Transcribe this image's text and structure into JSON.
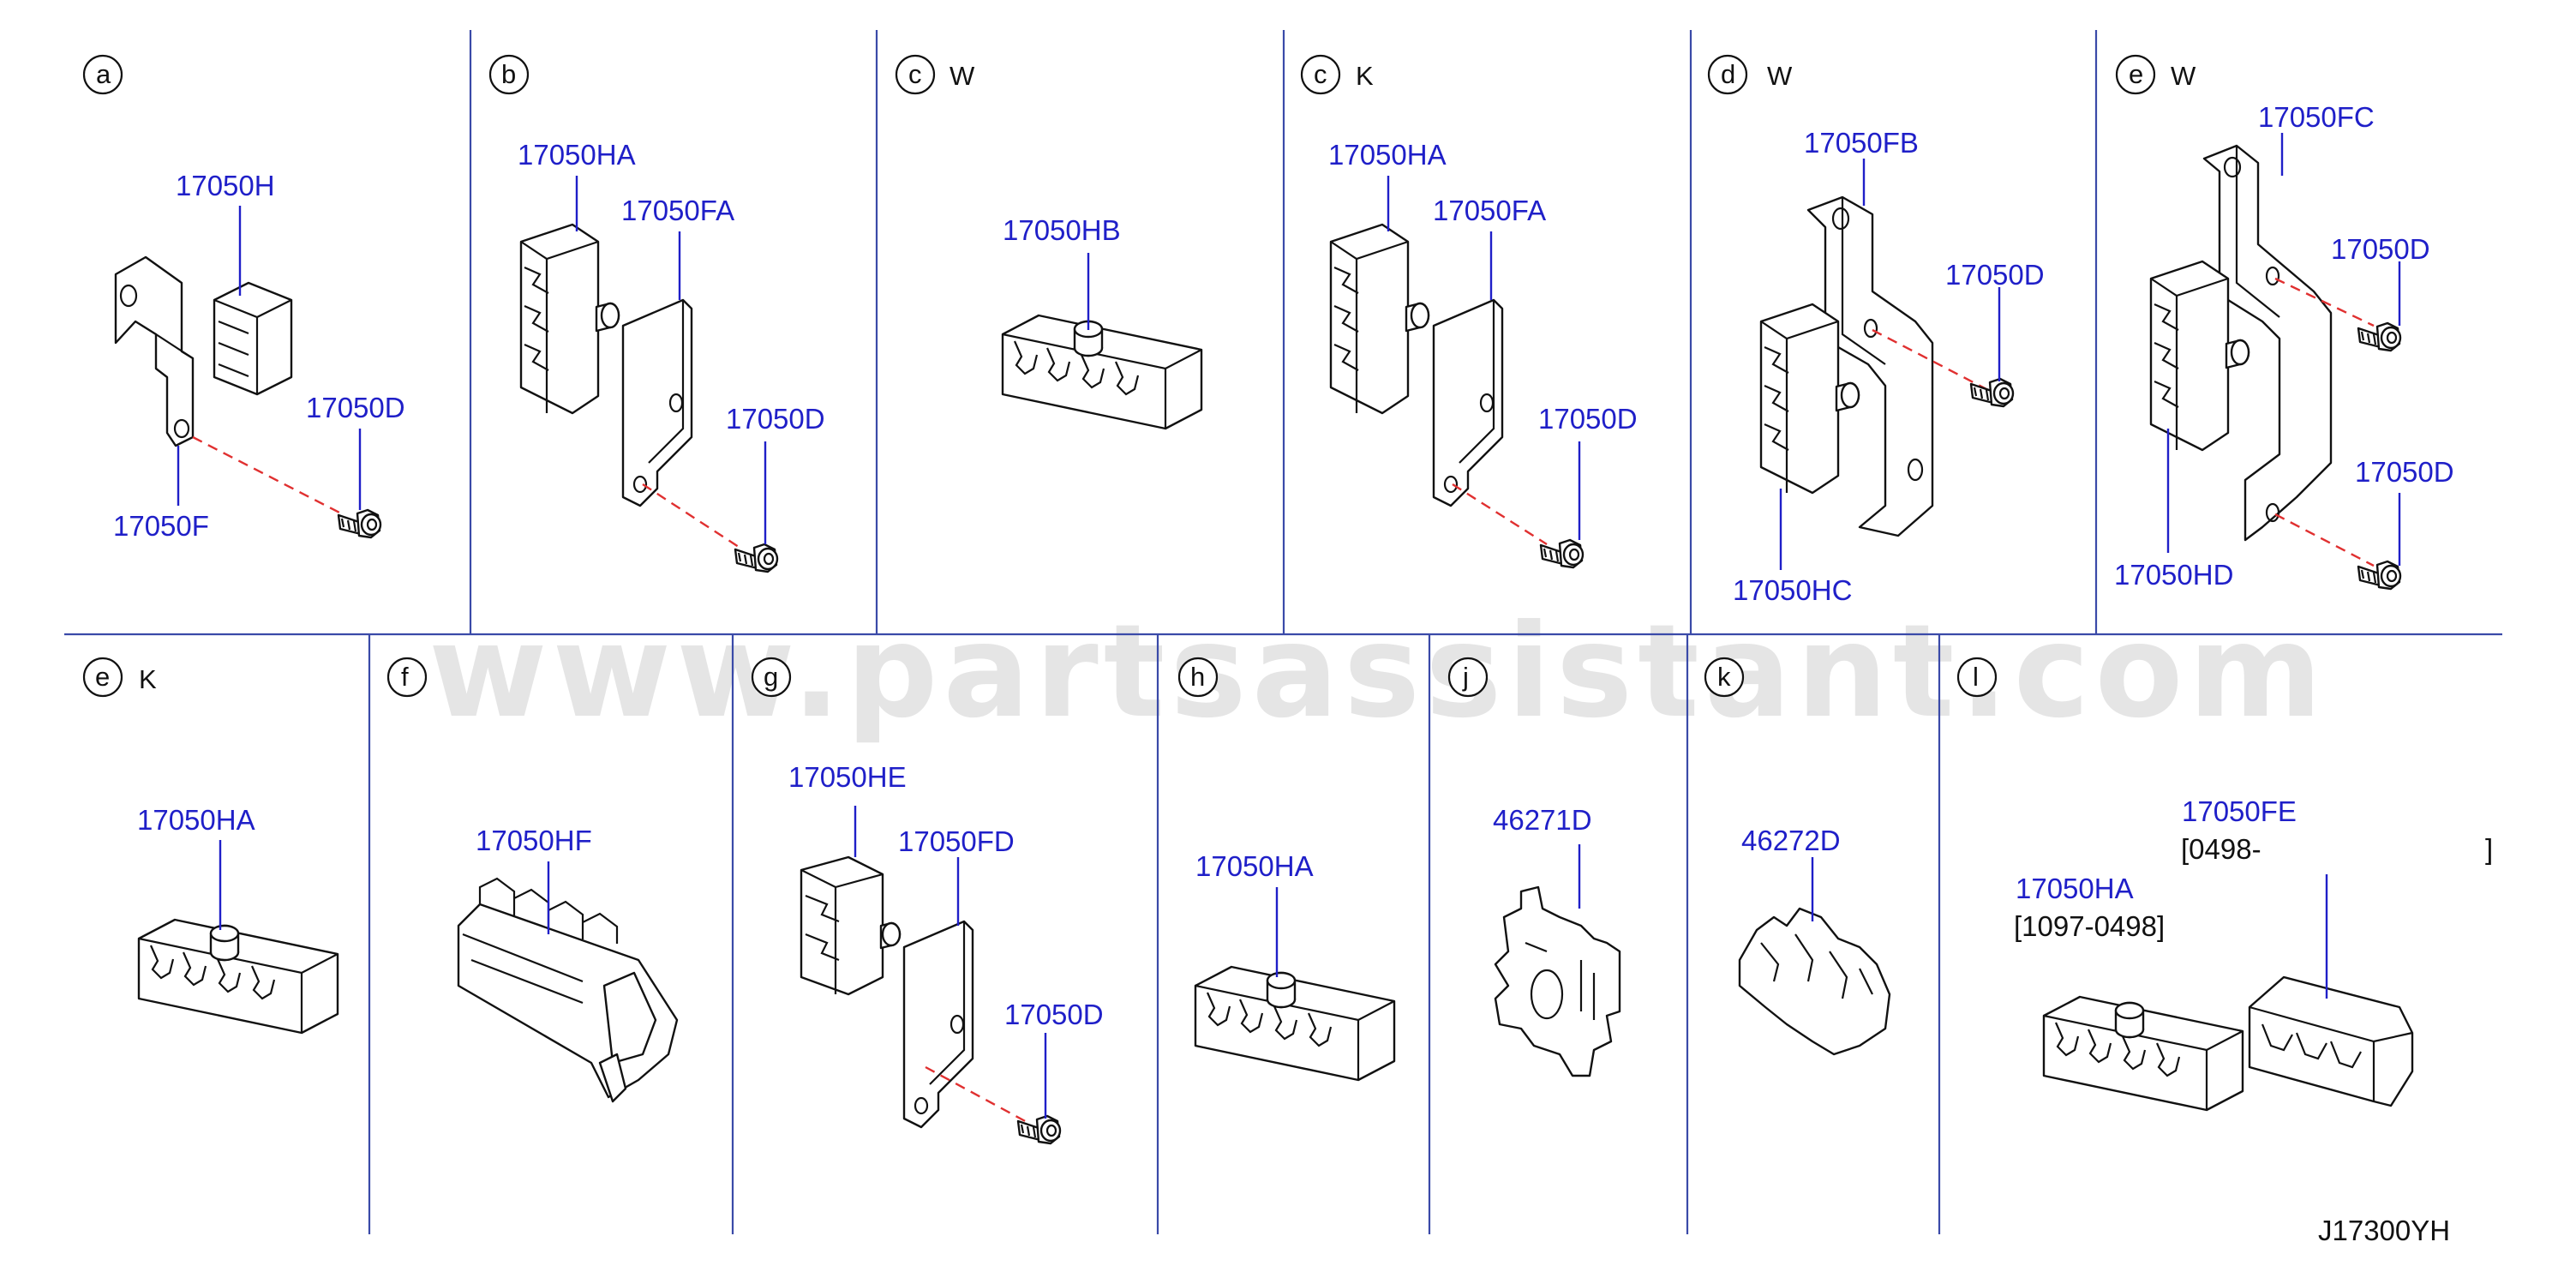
{
  "watermark": "www.partsassistant.com",
  "diagram_code": "J17300YH",
  "panels": [
    {
      "label": "a",
      "variant": "",
      "parts": [
        "17050H",
        "17050D",
        "17050F"
      ]
    },
    {
      "label": "b",
      "variant": "",
      "parts": [
        "17050HA",
        "17050FA",
        "17050D"
      ]
    },
    {
      "label": "c",
      "variant": "W",
      "parts": [
        "17050HB"
      ]
    },
    {
      "label": "c",
      "variant": "K",
      "parts": [
        "17050HA",
        "17050FA",
        "17050D"
      ]
    },
    {
      "label": "d",
      "variant": "W",
      "parts": [
        "17050FB",
        "17050D",
        "17050HC"
      ]
    },
    {
      "label": "e",
      "variant": "W",
      "parts": [
        "17050FC",
        "17050D",
        "17050D",
        "17050HD"
      ]
    },
    {
      "label": "e",
      "variant": "K",
      "parts": [
        "17050HA"
      ]
    },
    {
      "label": "f",
      "variant": "",
      "parts": [
        "17050HF"
      ]
    },
    {
      "label": "g",
      "variant": "",
      "parts": [
        "17050HE",
        "17050FD",
        "17050D"
      ]
    },
    {
      "label": "h",
      "variant": "",
      "parts": [
        "17050HA"
      ]
    },
    {
      "label": "j",
      "variant": "",
      "parts": [
        "46271D"
      ]
    },
    {
      "label": "k",
      "variant": "",
      "parts": [
        "46272D"
      ]
    },
    {
      "label": "l",
      "variant": "",
      "parts": [
        "17050FE",
        "17050HA"
      ],
      "notes": [
        "[0498-",
        "]",
        "[1097-0498]"
      ]
    }
  ]
}
